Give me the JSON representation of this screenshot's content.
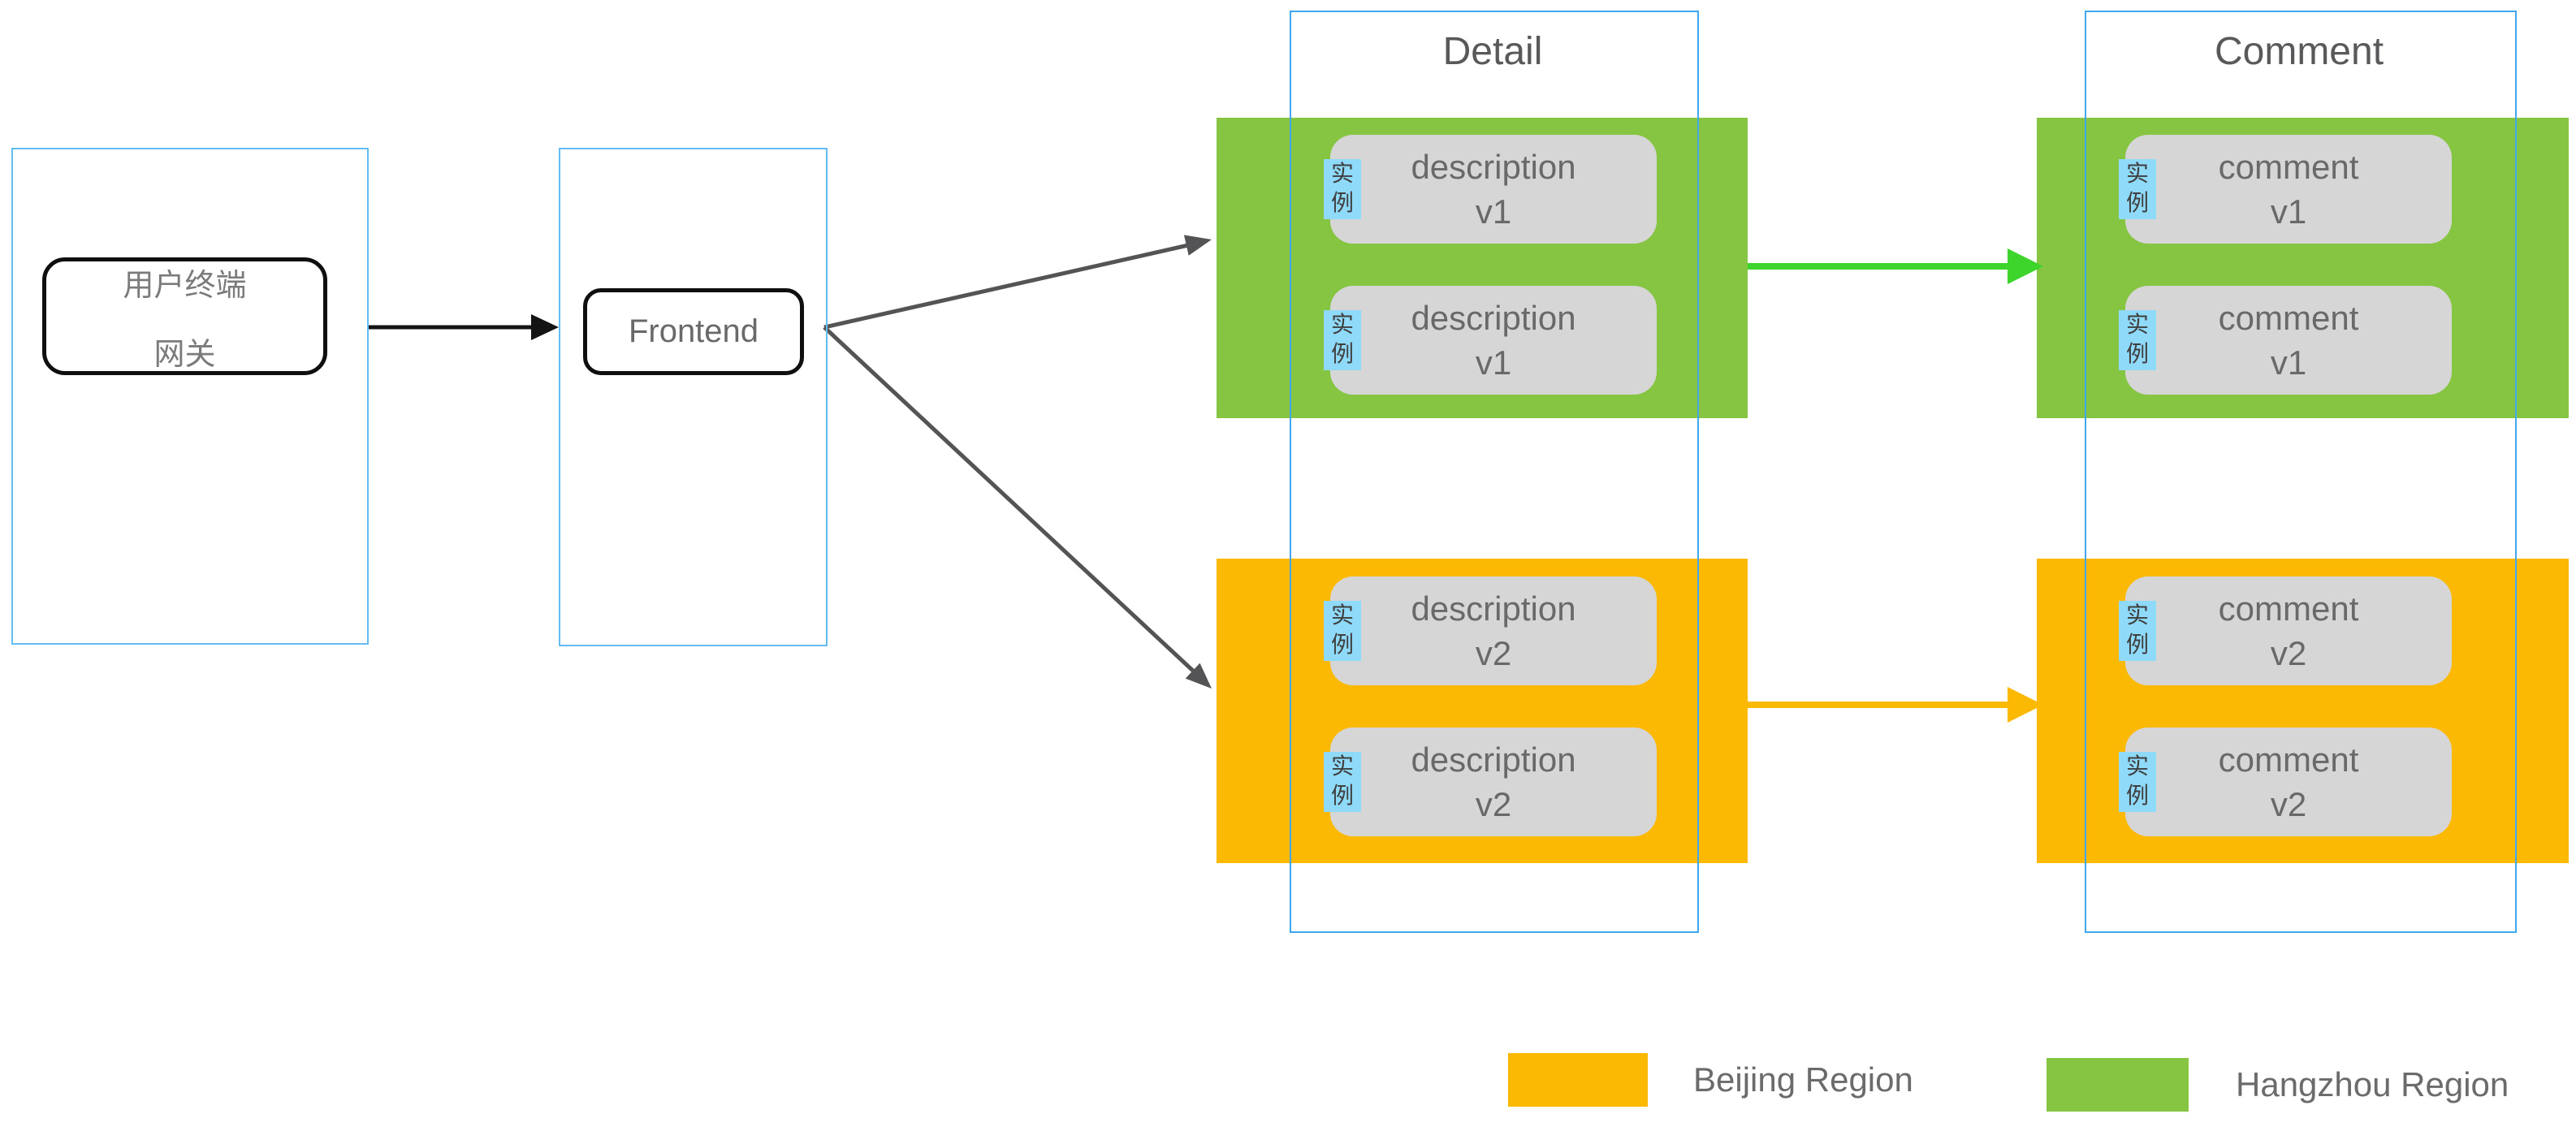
{
  "colors": {
    "region_beijing": "#FBB904",
    "region_hangzhou": "#85C542",
    "arrow_green": "#3DD52C",
    "arrow_orange": "#FBB904",
    "column_border": "#41A8F0",
    "container_border": "#63BCF2",
    "node_fill": "#D6D6D6",
    "node_border": "#0F0F0F",
    "instance_tag_bg": "#8FD9F9",
    "instance_tag_text": "#3F3F3F",
    "text_primary": "#696969",
    "text_title": "#58595B",
    "text_chinese": "#7B7B7B",
    "legend_text": "#6B6B6B",
    "arrow_dark": "#545456",
    "arrow_black": "#141414"
  },
  "diagram": {
    "user_gateway": {
      "line1": "用户终端",
      "line2": "网关"
    },
    "frontend_label": "Frontend",
    "columns": [
      {
        "title": "Detail",
        "hangzhou_instances": [
          {
            "tag": "实例",
            "name": "description",
            "version": "v1"
          },
          {
            "tag": "实例",
            "name": "description",
            "version": "v1"
          }
        ],
        "beijing_instances": [
          {
            "tag": "实例",
            "name": "description",
            "version": "v2"
          },
          {
            "tag": "实例",
            "name": "description",
            "version": "v2"
          }
        ]
      },
      {
        "title": "Comment",
        "hangzhou_instances": [
          {
            "tag": "实例",
            "name": "comment",
            "version": "v1"
          },
          {
            "tag": "实例",
            "name": "comment",
            "version": "v1"
          }
        ],
        "beijing_instances": [
          {
            "tag": "实例",
            "name": "comment",
            "version": "v2"
          },
          {
            "tag": "实例",
            "name": "comment",
            "version": "v2"
          }
        ]
      }
    ],
    "legend": [
      {
        "label": "Beijing Region"
      },
      {
        "label": "Hangzhou Region"
      }
    ]
  }
}
